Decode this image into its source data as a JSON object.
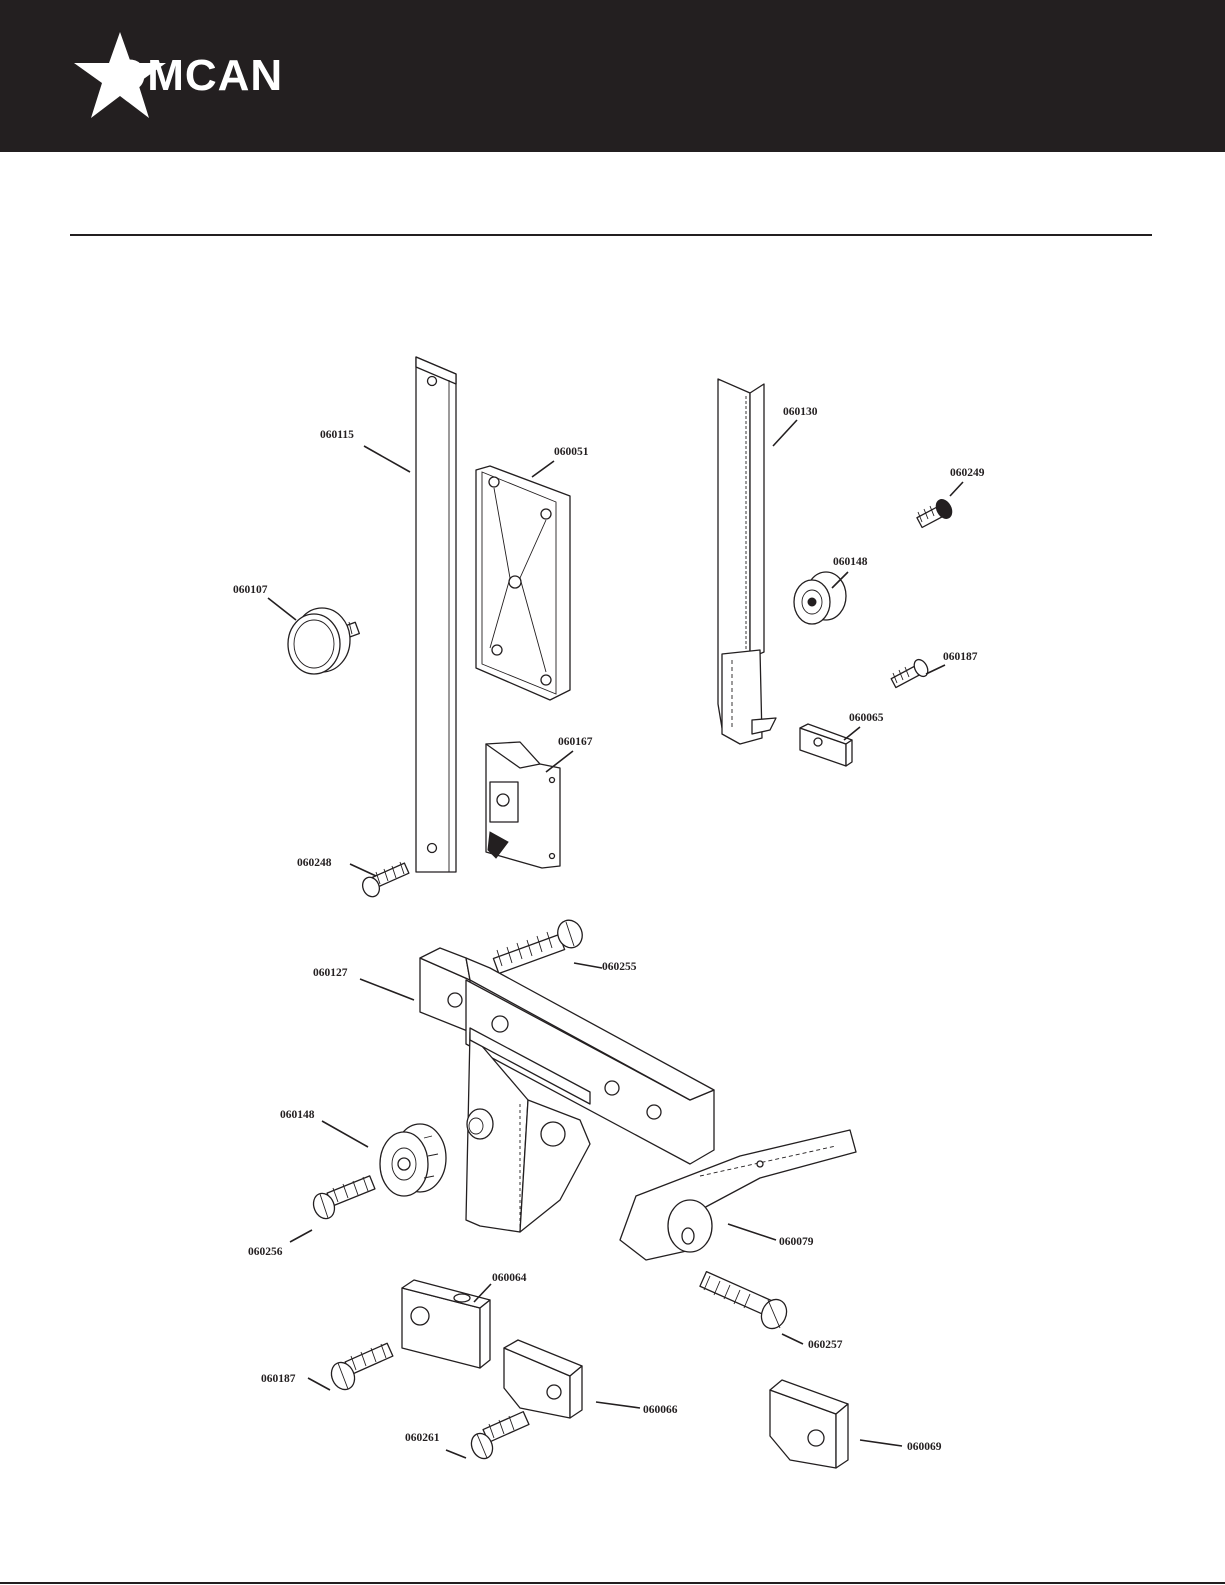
{
  "brand": {
    "name": "OMCAN",
    "header_color": "#231f20",
    "text_color": "#ffffff"
  },
  "parts": [
    {
      "id": "060115",
      "label": "060115"
    },
    {
      "id": "060051",
      "label": "060051"
    },
    {
      "id": "060130",
      "label": "060130"
    },
    {
      "id": "060249",
      "label": "060249"
    },
    {
      "id": "060148a",
      "label": "060148"
    },
    {
      "id": "060107",
      "label": "060107"
    },
    {
      "id": "060187a",
      "label": "060187"
    },
    {
      "id": "060065",
      "label": "060065"
    },
    {
      "id": "060167",
      "label": "060167"
    },
    {
      "id": "060248",
      "label": "060248"
    },
    {
      "id": "060255",
      "label": "060255"
    },
    {
      "id": "060127",
      "label": "060127"
    },
    {
      "id": "060148b",
      "label": "060148"
    },
    {
      "id": "060079",
      "label": "060079"
    },
    {
      "id": "060256",
      "label": "060256"
    },
    {
      "id": "060064",
      "label": "060064"
    },
    {
      "id": "060257",
      "label": "060257"
    },
    {
      "id": "060187b",
      "label": "060187"
    },
    {
      "id": "060066",
      "label": "060066"
    },
    {
      "id": "060261",
      "label": "060261"
    },
    {
      "id": "060069",
      "label": "060069"
    }
  ]
}
